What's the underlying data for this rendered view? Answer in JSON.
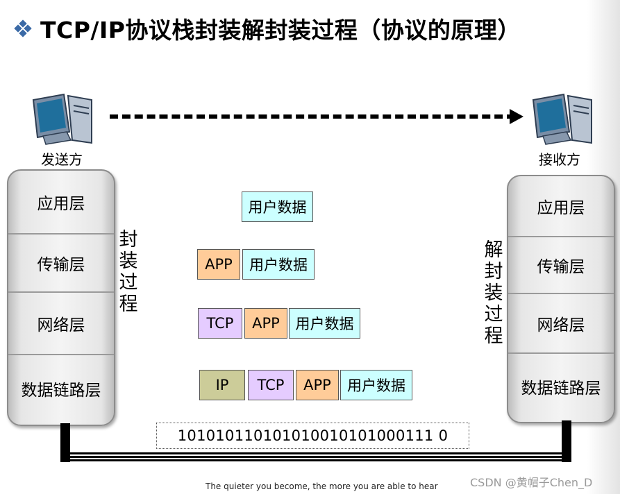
{
  "title": "TCP/IP协议栈封装解封装过程（协议的原理）",
  "sender": {
    "label": "发送方",
    "icon": "computer-icon"
  },
  "receiver": {
    "label": "接收方",
    "icon": "computer-icon"
  },
  "left_stack": {
    "layers": [
      "应用层",
      "传输层",
      "网络层",
      "数据链路层"
    ]
  },
  "right_stack": {
    "layers": [
      "应用层",
      "传输层",
      "网络层",
      "数据链路层"
    ]
  },
  "encapsulation_label": "封装过程",
  "decapsulation_label": "解封装过程",
  "packets": {
    "row1": [
      "用户数据"
    ],
    "row2": [
      "APP",
      "用户数据"
    ],
    "row3": [
      "TCP",
      "APP",
      "用户数据"
    ],
    "row4": [
      "IP",
      "TCP",
      "APP",
      "用户数据"
    ]
  },
  "colors": {
    "data": "#ccffff",
    "app": "#ffcc99",
    "tcp": "#e5ccff",
    "ip": "#cccc99"
  },
  "bitstream": "101010110101010010101000111 0",
  "footer": "The quieter you become, the more you are able to hear",
  "watermark": "CSDN @黄帽子Chen_D"
}
